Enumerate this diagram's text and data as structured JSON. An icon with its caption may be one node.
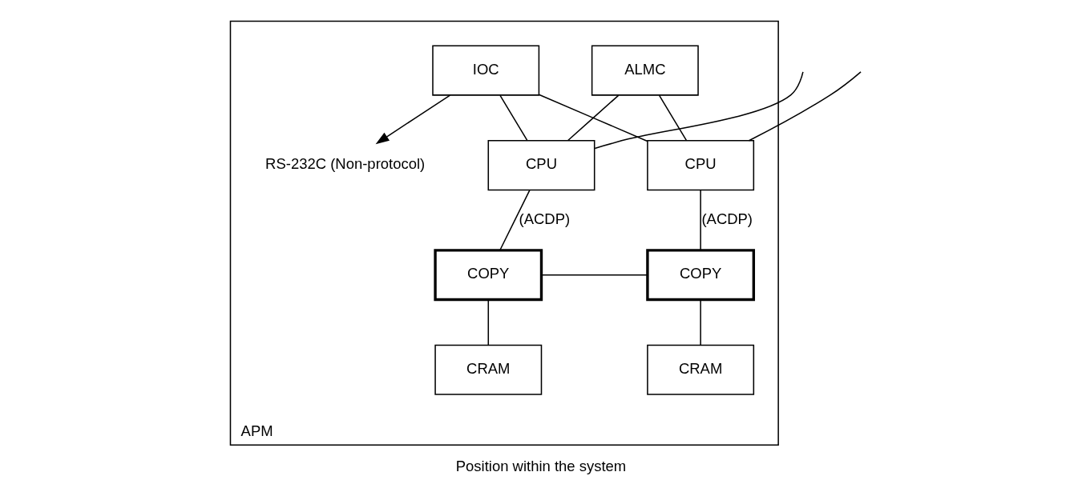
{
  "diagram": {
    "caption": "Position within the system",
    "nodes": [
      {
        "text": [
          "APM"
        ]
      },
      {
        "text": [
          "IOC"
        ],
        "in": 0
      },
      {
        "text": [
          "ALMC"
        ],
        "in": 0
      },
      {
        "text": [
          "CPU"
        ],
        "in": 0
      },
      {
        "text": [
          "CPU"
        ],
        "in": 0
      },
      {
        "text": [
          "COPY"
        ],
        "in": 0
      },
      {
        "text": [
          "COPY"
        ],
        "in": 0
      },
      {
        "text": [
          "CRAM"
        ],
        "in": 0
      },
      {
        "text": [
          "CRAM"
        ],
        "in": 0
      },
      {
        "text": [
          "RS-232C (Non-protocol)"
        ],
        "in": 0
      }
    ],
    "edges": [
      {
        "from": 3,
        "to": null,
        "arrow": "none"
      },
      {
        "from": 4,
        "to": null,
        "arrow": "none"
      },
      {
        "from": 1,
        "to": 3,
        "arrow": "none"
      },
      {
        "from": 1,
        "to": 4,
        "arrow": "none"
      },
      {
        "from": 2,
        "to": 3,
        "arrow": "none"
      },
      {
        "from": 2,
        "to": 4,
        "arrow": "none"
      },
      {
        "from": 3,
        "to": 5,
        "arrow": "none",
        "label": "(ACDP)"
      },
      {
        "from": 4,
        "to": 6,
        "arrow": "none",
        "label": "(ACDP)"
      },
      {
        "from": 5,
        "to": 6,
        "arrow": "none"
      },
      {
        "from": 5,
        "to": 7,
        "arrow": "none"
      },
      {
        "from": 6,
        "to": 8,
        "arrow": "none"
      },
      {
        "from": 1,
        "to": 9,
        "arrow": "to"
      }
    ]
  }
}
